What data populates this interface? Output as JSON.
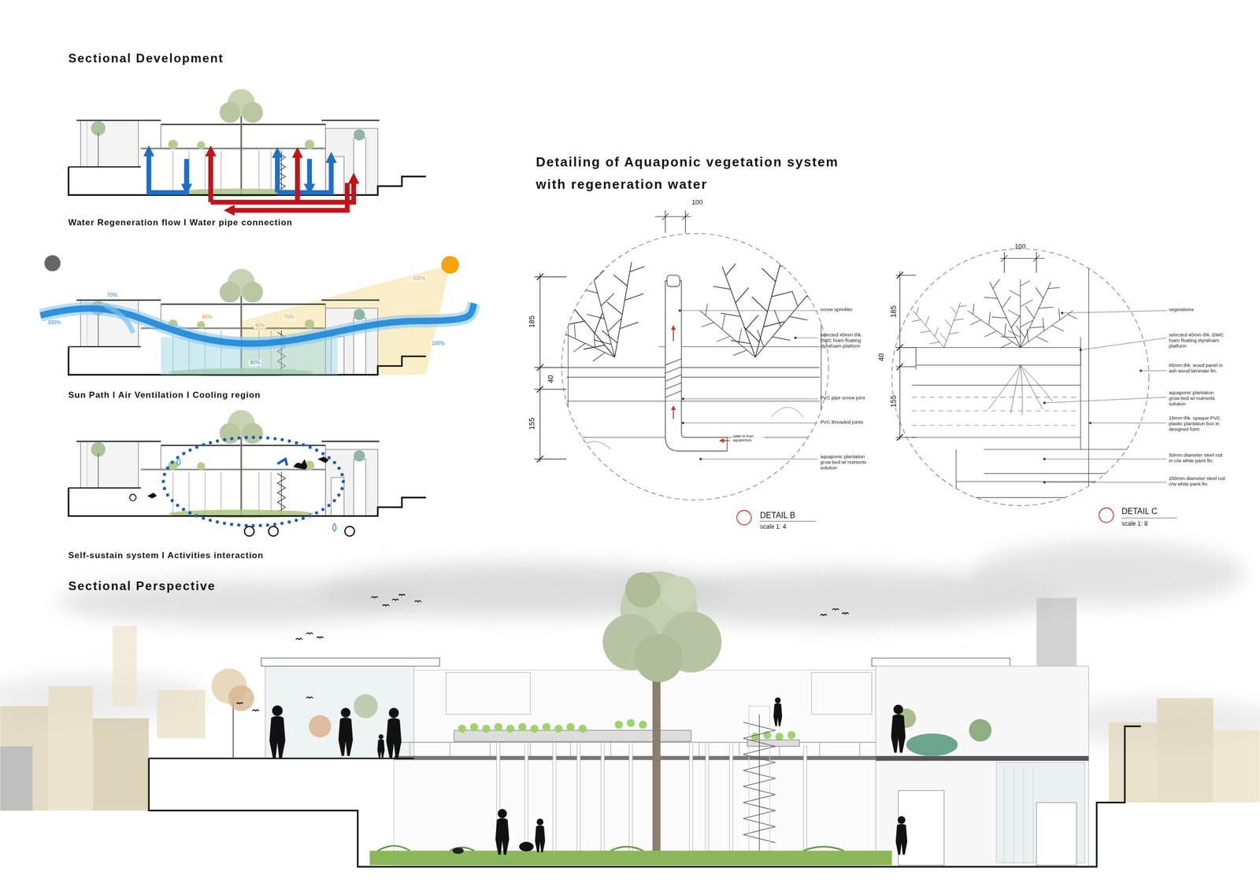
{
  "diagram": {
    "title": "Sectional Development",
    "labels": [
      "Water Regeneration flow I Water pipe connection",
      "70%",
      "100%",
      "45%",
      "40%",
      "75%",
      "100%",
      "100%",
      "80%",
      "Sun Path I Air Ventilation I Cooling region",
      "Self-sustain system I Activities interaction",
      "Sectional Perspective",
      "Detailing of Aquaponic vegetation system with regeneration water",
      "100",
      "185",
      "40",
      "155",
      "screw sprinkler",
      "selected 40mm thk. DWC foam floating styrafoam platform",
      "PVC pipe screw joint",
      "PVC threaded joints",
      "water in from aquatecture",
      "aquaponic plantation grow bed w/ nutrients solution",
      "DETAIL B",
      "scale 1: 4",
      "100",
      "185",
      "40",
      "155",
      "vegetations",
      "selected 40mm thk. DWC foam floating styrafoam platform",
      "65mm thk. wood panel in ash wood laminate fin.",
      "aquaponic plantation grow bed w/ nutrients solution",
      "15mm thk. opaque PVC plastic plantation box in designed form",
      "50mm diameter steel rod in c/w white paint fin.",
      "200mm diameter steel rod c/w white paint fin.",
      "DETAIL C",
      "scale 1: 8"
    ]
  }
}
